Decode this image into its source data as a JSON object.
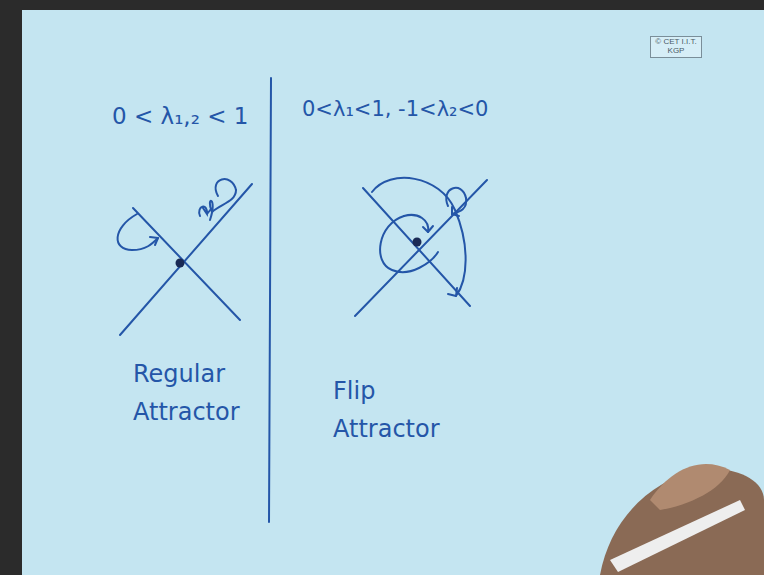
{
  "diagram": {
    "labels": [
      "0 < λ₁,₂ < 1",
      "0<λ₁<1, -1<λ₂<0",
      "Regular Attractor",
      "Flip Attractor",
      "© CET I.I.T. KGP"
    ]
  }
}
